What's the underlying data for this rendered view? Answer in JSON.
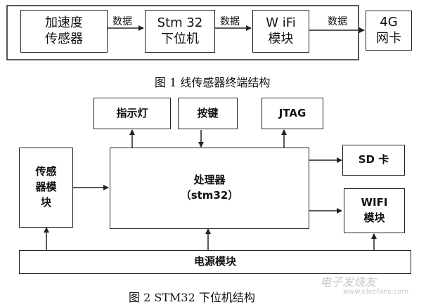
{
  "figure1": {
    "blocks": {
      "accel_sensor": "加速度\n传感器",
      "stm32_slave": "Stm 32\n下位机",
      "wifi_module": "W iFi\n模块",
      "net_card_4g": "4G\n网卡"
    },
    "edge_label": "数据",
    "caption": "图 1  线传感器终端结构"
  },
  "figure2": {
    "blocks": {
      "indicator": "指示灯",
      "button": "按键",
      "jtag": "JTAG",
      "sensor_module": "传感\n器模\n块",
      "processor": "处理器\n（stm32）",
      "sd_card": "SD 卡",
      "wifi_module": "WIFI\n模块",
      "power_module": "电源模块"
    },
    "caption": "图 2  STM32 下位机结构"
  },
  "watermark": {
    "text": "电子发烧友",
    "url": "www.elecfans.com"
  }
}
